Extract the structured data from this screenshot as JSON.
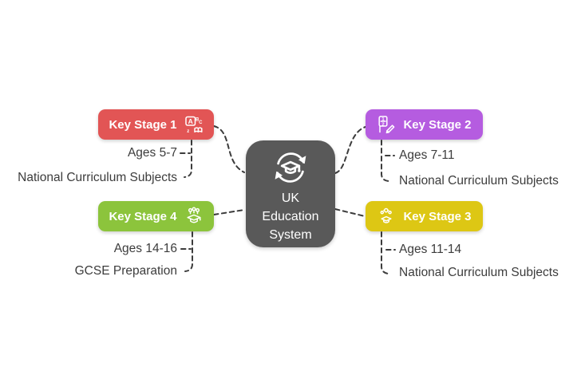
{
  "diagram": {
    "background": "#ffffff",
    "connector_color": "#3c3c3c",
    "detail_text_color": "#3c3c3c",
    "center": {
      "lines": [
        "UK",
        "Education",
        "System"
      ],
      "bg": "#595959",
      "icon": "graduation-cycle-icon"
    },
    "nodes": [
      {
        "label": "Key Stage 1",
        "color": "#e25555",
        "icon": "alphabet-book-icon",
        "details": [
          "Ages 5-7",
          "National Curriculum Subjects"
        ]
      },
      {
        "label": "Key Stage 2",
        "color": "#b55ce0",
        "icon": "fraction-pencil-icon",
        "details": [
          "Ages 7-11",
          "National Curriculum Subjects"
        ]
      },
      {
        "label": "Key Stage 3",
        "color": "#ddc714",
        "icon": "students-graduation-icon",
        "details": [
          "Ages 11-14",
          "National Curriculum Subjects"
        ]
      },
      {
        "label": "Key Stage 4",
        "color": "#8cc43c",
        "icon": "growth-graduation-icon",
        "details": [
          "Ages 14-16",
          "GCSE Preparation"
        ]
      }
    ]
  }
}
